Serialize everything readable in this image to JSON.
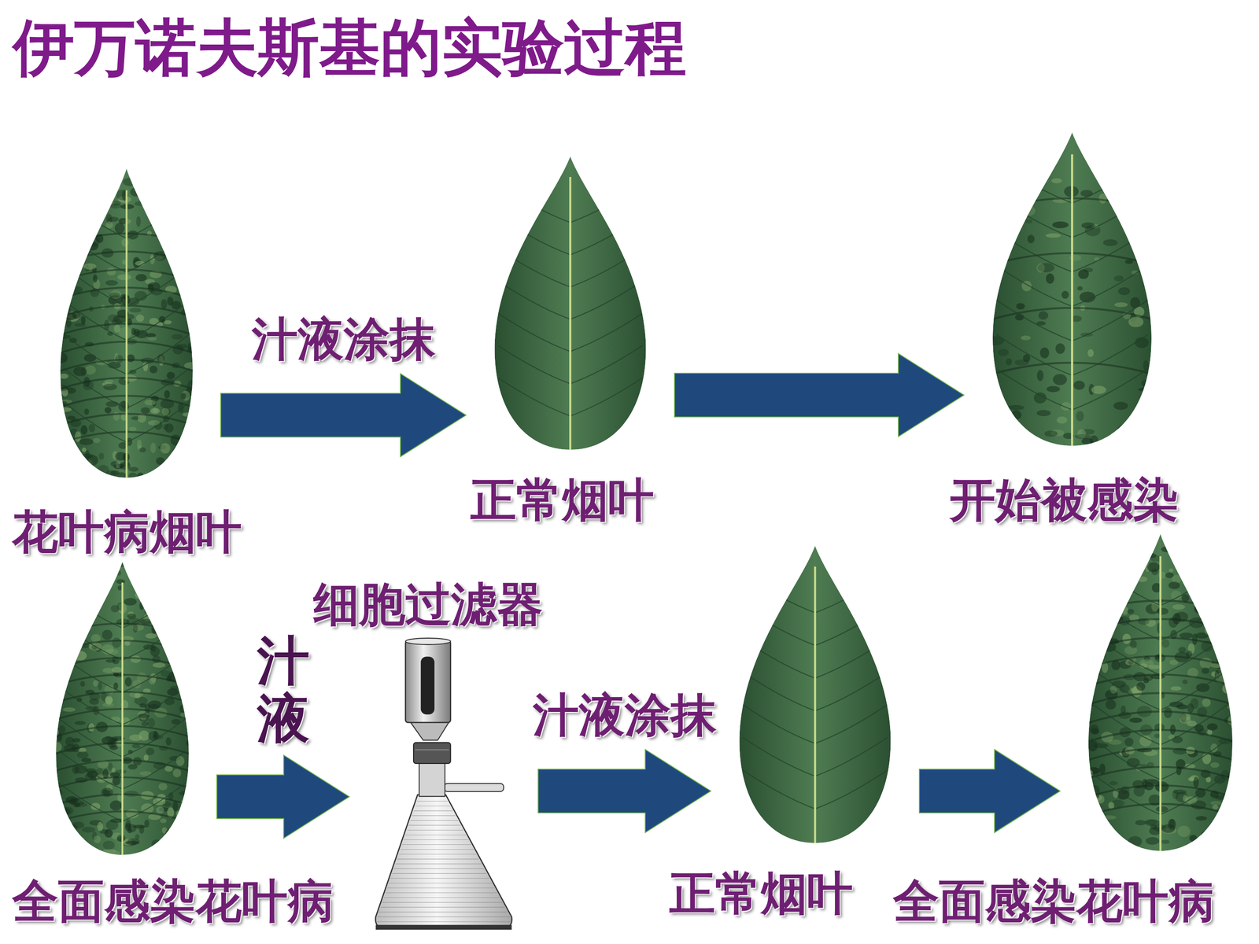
{
  "diagram": {
    "title": "伊万诺夫斯基的实验过程",
    "nodes": [
      {
        "text": [
          "花叶病烟叶"
        ]
      },
      {
        "text": [
          "正常烟叶"
        ]
      },
      {
        "text": [
          "开始被感染"
        ]
      },
      {
        "text": [
          "全面感染花叶病"
        ]
      },
      {
        "text": [
          "细胞过滤器"
        ]
      },
      {
        "text": [
          "正常烟叶"
        ]
      },
      {
        "text": [
          "全面感染花叶病"
        ]
      }
    ],
    "edges": [
      {
        "from": 0,
        "to": 1,
        "arrow": "to",
        "label": "汁液涂抹"
      },
      {
        "from": 1,
        "to": 2,
        "arrow": "to"
      },
      {
        "from": 3,
        "to": 4,
        "arrow": "to",
        "label": "汁液"
      },
      {
        "from": 4,
        "to": 5,
        "arrow": "to",
        "label": "汁液涂抹"
      },
      {
        "from": 5,
        "to": 6,
        "arrow": "to"
      }
    ]
  }
}
